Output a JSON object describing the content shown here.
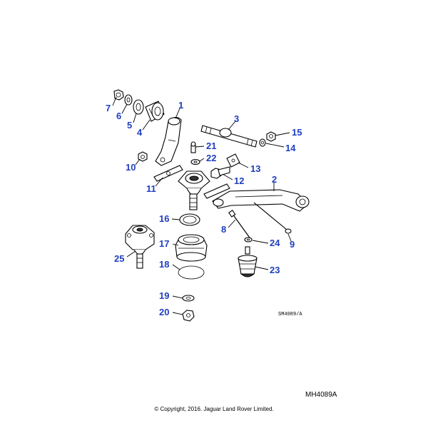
{
  "diagram": {
    "callouts": [
      "1",
      "2",
      "3",
      "4",
      "5",
      "6",
      "7",
      "8",
      "9",
      "10",
      "11",
      "12",
      "13",
      "14",
      "15",
      "16",
      "17",
      "18",
      "19",
      "20",
      "21",
      "22",
      "23",
      "24",
      "25"
    ],
    "illustration_code": "SM4089/A",
    "sheet_code": "MH4089A",
    "copyright": "© Copyright, 2016. Jaguar Land Rover Limited."
  }
}
